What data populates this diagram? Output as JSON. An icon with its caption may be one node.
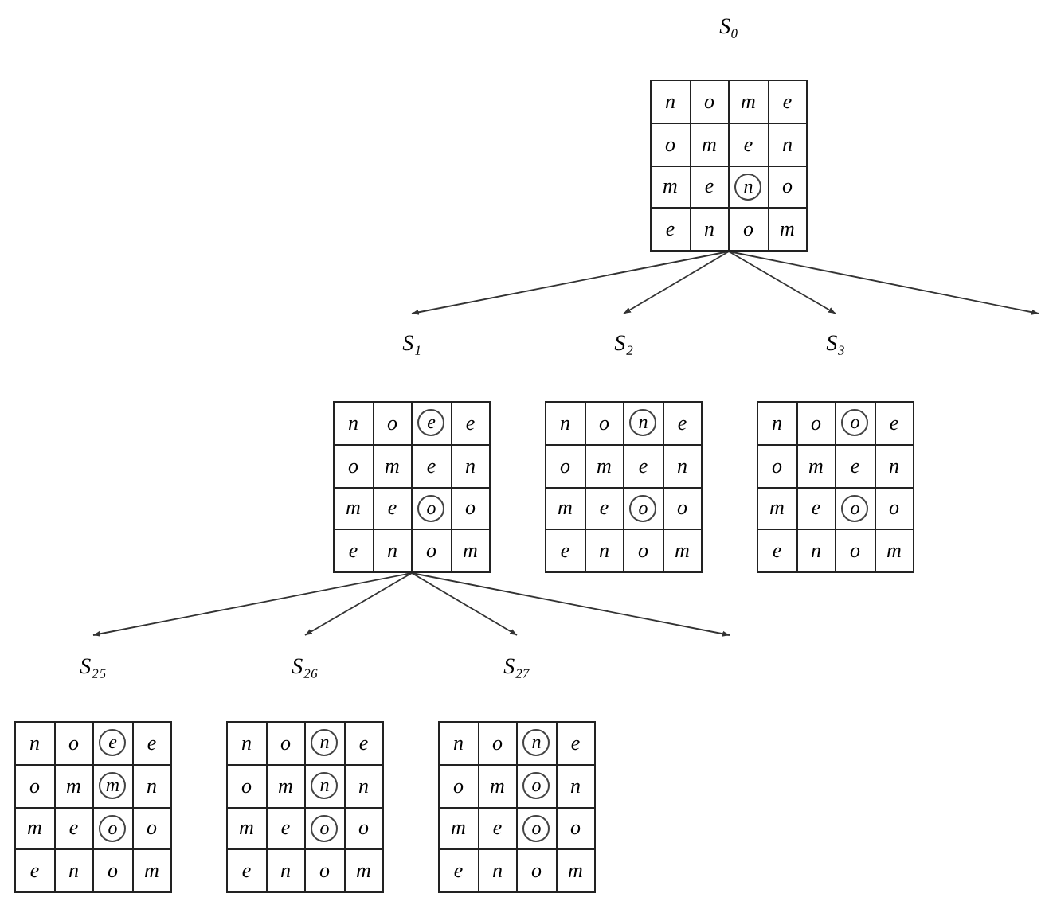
{
  "diagram": {
    "nodes": [
      {
        "text": [
          "S₀"
        ]
      },
      {
        "text": [
          "n"
        ],
        "in": 0
      },
      {
        "text": [
          "o"
        ],
        "in": 0
      },
      {
        "text": [
          "m"
        ],
        "in": 0
      },
      {
        "text": [
          "e"
        ],
        "in": 0
      },
      {
        "text": [
          "o"
        ],
        "in": 0
      },
      {
        "text": [
          "m"
        ],
        "in": 0
      },
      {
        "text": [
          "e"
        ],
        "in": 0
      },
      {
        "text": [
          "n"
        ],
        "in": 0
      },
      {
        "text": [
          "m"
        ],
        "in": 0
      },
      {
        "text": [
          "e"
        ],
        "in": 0
      },
      {
        "text": [],
        "shape": "box",
        "in": 0
      },
      {
        "text": [
          "n"
        ],
        "in": 11
      },
      {
        "text": [
          "o"
        ],
        "in": 0
      },
      {
        "text": [
          "e"
        ],
        "in": 0
      },
      {
        "text": [
          "n"
        ],
        "in": 0
      },
      {
        "text": [
          "o"
        ],
        "in": 0
      },
      {
        "text": [
          "m"
        ],
        "in": 0
      },
      {
        "text": [
          "S₁"
        ]
      },
      {
        "text": [
          "n"
        ],
        "in": 18
      },
      {
        "text": [
          "o"
        ],
        "in": 18
      },
      {
        "text": [],
        "shape": "box",
        "in": 18
      },
      {
        "text": [
          "e"
        ],
        "in": 21
      },
      {
        "text": [
          "e"
        ],
        "in": 18
      },
      {
        "text": [
          "o"
        ],
        "in": 18
      },
      {
        "text": [
          "m"
        ],
        "in": 18
      },
      {
        "text": [
          "e"
        ],
        "in": 18
      },
      {
        "text": [
          "n"
        ],
        "in": 18
      },
      {
        "text": [
          "m"
        ],
        "in": 18
      },
      {
        "text": [
          "e"
        ],
        "in": 18
      },
      {
        "text": [],
        "shape": "box",
        "in": 18
      },
      {
        "text": [
          "o"
        ],
        "in": 30
      },
      {
        "text": [
          "o"
        ],
        "in": 18
      },
      {
        "text": [
          "e"
        ],
        "in": 18
      },
      {
        "text": [
          "n"
        ],
        "in": 18
      },
      {
        "text": [
          "o"
        ],
        "in": 18
      },
      {
        "text": [
          "m"
        ],
        "in": 18
      },
      {
        "text": [
          "S₂"
        ]
      },
      {
        "text": [
          "n"
        ],
        "in": 37
      },
      {
        "text": [
          "o"
        ],
        "in": 37
      },
      {
        "text": [],
        "shape": "box",
        "in": 37
      },
      {
        "text": [
          "n"
        ],
        "in": 40
      },
      {
        "text": [
          "e"
        ],
        "in": 37
      },
      {
        "text": [
          "o"
        ],
        "in": 37
      },
      {
        "text": [
          "m"
        ],
        "in": 37
      },
      {
        "text": [
          "e"
        ],
        "in": 37
      },
      {
        "text": [
          "n"
        ],
        "in": 37
      },
      {
        "text": [
          "m"
        ],
        "in": 37
      },
      {
        "text": [
          "e"
        ],
        "in": 37
      },
      {
        "text": [],
        "shape": "box",
        "in": 37
      },
      {
        "text": [
          "o"
        ],
        "in": 49
      },
      {
        "text": [
          "o"
        ],
        "in": 37
      },
      {
        "text": [
          "e"
        ],
        "in": 37
      },
      {
        "text": [
          "n"
        ],
        "in": 37
      },
      {
        "text": [
          "o"
        ],
        "in": 37
      },
      {
        "text": [
          "m"
        ],
        "in": 37
      },
      {
        "text": [
          "S₃"
        ]
      },
      {
        "text": [
          "n"
        ],
        "in": 56
      },
      {
        "text": [
          "o"
        ],
        "in": 56
      },
      {
        "text": [],
        "shape": "box",
        "in": 56
      },
      {
        "text": [
          "o"
        ],
        "in": 59
      },
      {
        "text": [
          "e"
        ],
        "in": 56
      },
      {
        "text": [
          "o"
        ],
        "in": 56
      },
      {
        "text": [
          "m"
        ],
        "in": 56
      },
      {
        "text": [
          "e"
        ],
        "in": 56
      },
      {
        "text": [
          "n"
        ],
        "in": 56
      },
      {
        "text": [
          "m"
        ],
        "in": 56
      },
      {
        "text": [
          "e"
        ],
        "in": 56
      },
      {
        "text": [],
        "shape": "box",
        "in": 56
      },
      {
        "text": [
          "o"
        ],
        "in": 68
      },
      {
        "text": [
          "o"
        ],
        "in": 56
      },
      {
        "text": [
          "e"
        ],
        "in": 56
      },
      {
        "text": [
          "n"
        ],
        "in": 56
      },
      {
        "text": [
          "o"
        ],
        "in": 56
      },
      {
        "text": [
          "m"
        ],
        "in": 56
      },
      {
        "text": [
          "S₂₅"
        ]
      },
      {
        "text": [
          "n"
        ],
        "in": 75
      },
      {
        "text": [
          "o"
        ],
        "in": 75
      },
      {
        "text": [],
        "shape": "box",
        "in": 75
      },
      {
        "text": [
          "e"
        ],
        "in": 78
      },
      {
        "text": [
          "e"
        ],
        "in": 75
      },
      {
        "text": [
          "o"
        ],
        "in": 75
      },
      {
        "text": [
          "m"
        ],
        "in": 75
      },
      {
        "text": [],
        "shape": "box",
        "in": 75
      },
      {
        "text": [
          "m"
        ],
        "in": 83
      },
      {
        "text": [
          "n"
        ],
        "in": 75
      },
      {
        "text": [
          "m"
        ],
        "in": 75
      },
      {
        "text": [
          "e"
        ],
        "in": 75
      },
      {
        "text": [],
        "shape": "box",
        "in": 75
      },
      {
        "text": [
          "o"
        ],
        "in": 88
      },
      {
        "text": [
          "o"
        ],
        "in": 75
      },
      {
        "text": [
          "e"
        ],
        "in": 75
      },
      {
        "text": [
          "n"
        ],
        "in": 75
      },
      {
        "text": [
          "o"
        ],
        "in": 75
      },
      {
        "text": [
          "m"
        ],
        "in": 75
      },
      {
        "text": [
          "S₂₆"
        ]
      },
      {
        "text": [
          "n"
        ],
        "in": 95
      },
      {
        "text": [
          "o"
        ],
        "in": 95
      },
      {
        "text": [],
        "shape": "box",
        "in": 95
      },
      {
        "text": [
          "n"
        ],
        "in": 98
      },
      {
        "text": [
          "e"
        ],
        "in": 95
      },
      {
        "text": [
          "o"
        ],
        "in": 95
      },
      {
        "text": [
          "m"
        ],
        "in": 95
      },
      {
        "text": [],
        "shape": "box",
        "in": 95
      },
      {
        "text": [
          "n"
        ],
        "in": 103
      },
      {
        "text": [
          "n"
        ],
        "in": 95
      },
      {
        "text": [
          "m"
        ],
        "in": 95
      },
      {
        "text": [
          "e"
        ],
        "in": 95
      },
      {
        "text": [],
        "shape": "box",
        "in": 95
      },
      {
        "text": [
          "o"
        ],
        "in": 108
      },
      {
        "text": [
          "o"
        ],
        "in": 95
      },
      {
        "text": [
          "e"
        ],
        "in": 95
      },
      {
        "text": [
          "n"
        ],
        "in": 95
      },
      {
        "text": [
          "o"
        ],
        "in": 95
      },
      {
        "text": [
          "m"
        ],
        "in": 95
      },
      {
        "text": [
          "S₂₇"
        ]
      },
      {
        "text": [
          "n"
        ],
        "in": 115
      },
      {
        "text": [
          "o"
        ],
        "in": 115
      },
      {
        "text": [],
        "shape": "box",
        "in": 115
      },
      {
        "text": [
          "n"
        ],
        "in": 118
      },
      {
        "text": [
          "e"
        ],
        "in": 115
      },
      {
        "text": [
          "o"
        ],
        "in": 115
      },
      {
        "text": [
          "m"
        ],
        "in": 115
      },
      {
        "text": [],
        "shape": "box",
        "in": 115
      },
      {
        "text": [
          "o"
        ],
        "in": 123
      },
      {
        "text": [
          "n"
        ],
        "in": 115
      },
      {
        "text": [
          "m"
        ],
        "in": 115
      },
      {
        "text": [
          "e"
        ],
        "in": 115
      },
      {
        "text": [],
        "shape": "box",
        "in": 115
      },
      {
        "text": [
          "o"
        ],
        "in": 128
      },
      {
        "text": [
          "o"
        ],
        "in": 115
      },
      {
        "text": [
          "e"
        ],
        "in": 115
      },
      {
        "text": [
          "n"
        ],
        "in": 115
      },
      {
        "text": [
          "o"
        ],
        "in": 115
      },
      {
        "text": [
          "m"
        ],
        "in": 115
      }
    ],
    "edges": [
      {
        "from": 0,
        "to": 18,
        "arrow": "to"
      },
      {
        "from": 0,
        "to": 37,
        "arrow": "to"
      },
      {
        "from": 0,
        "to": 56,
        "arrow": "to"
      },
      {
        "from": 0,
        "to": null,
        "arrow": "to"
      },
      {
        "from": 18,
        "to": 75,
        "arrow": "to"
      },
      {
        "from": 18,
        "to": 95,
        "arrow": "to"
      },
      {
        "from": 18,
        "to": 115,
        "arrow": "to"
      },
      {
        "from": 18,
        "to": null,
        "arrow": "to"
      }
    ]
  }
}
